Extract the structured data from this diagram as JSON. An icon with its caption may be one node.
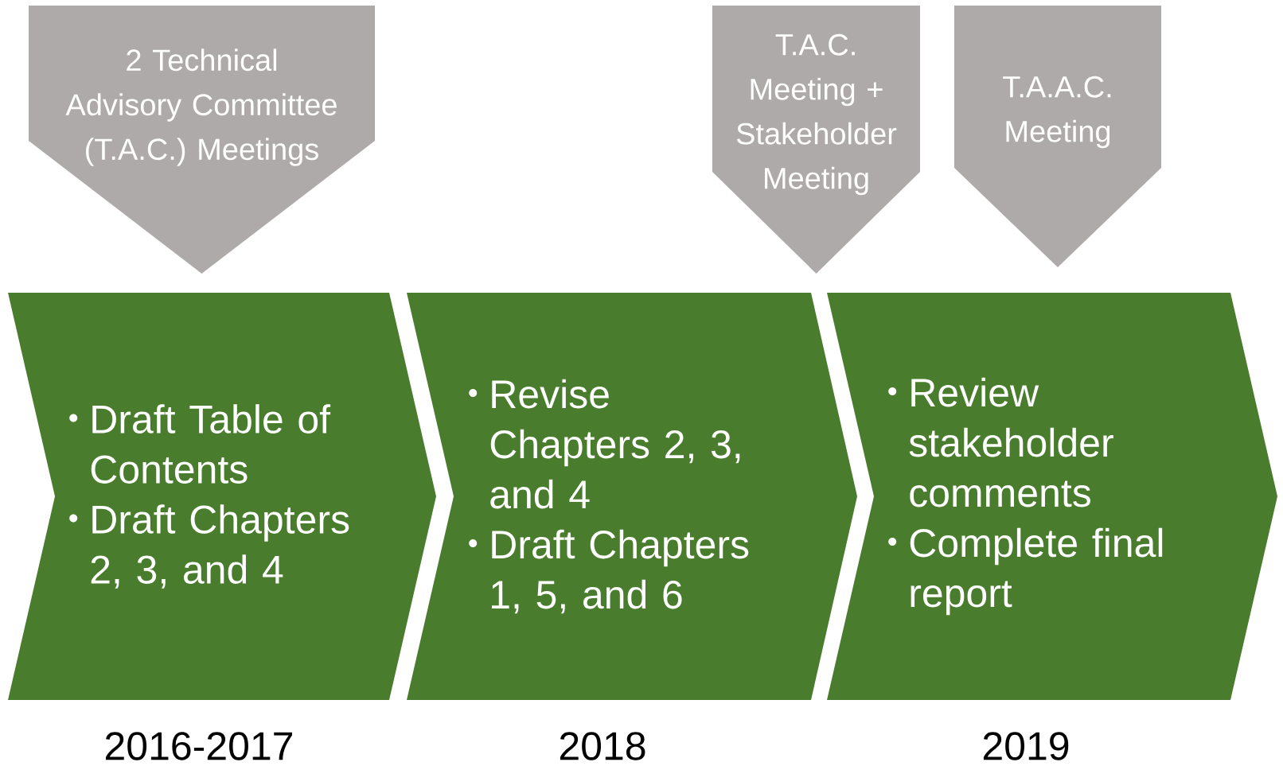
{
  "diagram": {
    "nodes": [
      {
        "text": [
          "2 Technical Advisory Committee (T.A.C.) Meetings"
        ]
      },
      {
        "text": [
          "T.A.C. Meeting + Stakeholder Meeting"
        ]
      },
      {
        "text": [
          "T.A.A.C. Meeting"
        ]
      },
      {
        "text": [
          "Draft Table of Contents",
          "Draft Chapters 2, 3, and 4"
        ],
        "beside": [
          "2016-2017"
        ]
      },
      {
        "text": [
          "Revise Chapters 2, 3, and 4",
          "Draft Chapters 1, 5, and 6"
        ],
        "beside": [
          "2018"
        ]
      },
      {
        "text": [
          "Review stakeholder comments",
          "Complete final report"
        ],
        "beside": [
          "2019"
        ]
      }
    ]
  }
}
